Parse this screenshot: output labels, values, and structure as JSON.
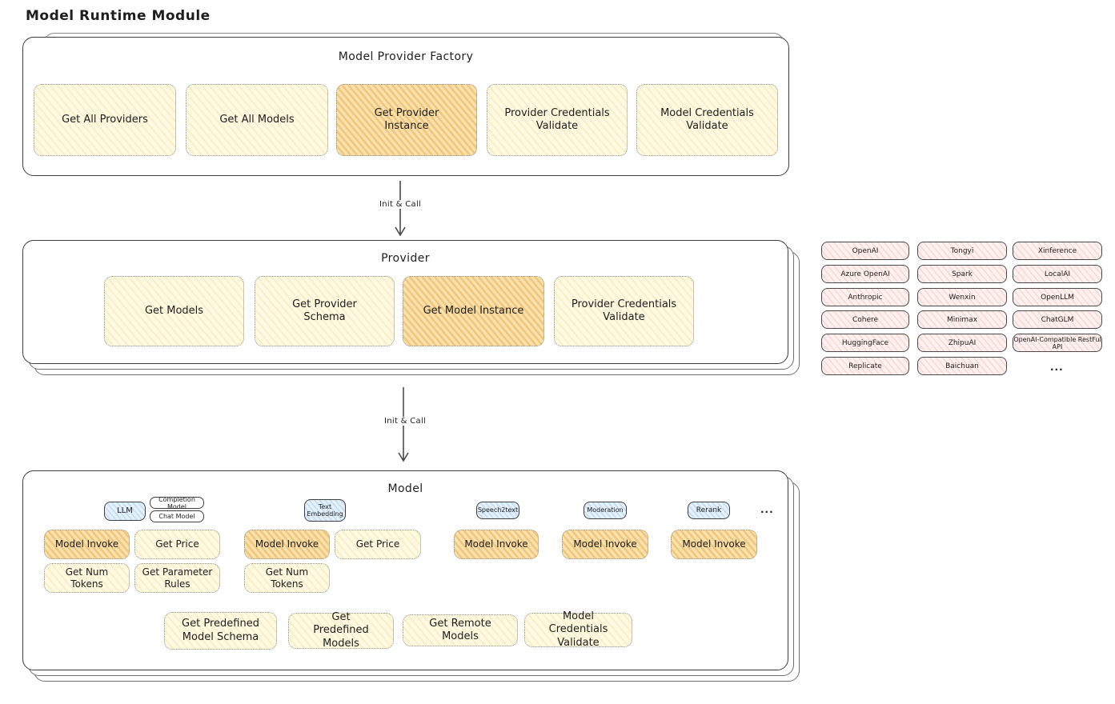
{
  "title": "Model Runtime Module",
  "arrows": {
    "init_call_1": "Init & Call",
    "init_call_2": "Init & Call"
  },
  "factory": {
    "title": "Model Provider Factory",
    "buttons": [
      {
        "label": "Get All Providers",
        "highlight": false
      },
      {
        "label": "Get All Models",
        "highlight": false
      },
      {
        "label": "Get Provider Instance",
        "highlight": true
      },
      {
        "label": "Provider Credentials Validate",
        "highlight": false
      },
      {
        "label": "Model Credentials Validate",
        "highlight": false
      }
    ]
  },
  "provider": {
    "title": "Provider",
    "buttons": [
      {
        "label": "Get Models",
        "highlight": false
      },
      {
        "label": "Get Provider Schema",
        "highlight": false
      },
      {
        "label": "Get Model Instance",
        "highlight": true
      },
      {
        "label": "Provider Credentials Validate",
        "highlight": false
      }
    ]
  },
  "providers_grid": {
    "rows": [
      [
        "OpenAI",
        "Tongyi",
        "Xinference"
      ],
      [
        "Azure OpenAI",
        "Spark",
        "LocalAI"
      ],
      [
        "Anthropic",
        "Wenxin",
        "OpenLLM"
      ],
      [
        "Cohere",
        "Minimax",
        "ChatGLM"
      ],
      [
        "HuggingFace",
        "ZhipuAI",
        "OpenAI-Compatible RestFul API"
      ],
      [
        "Replicate",
        "Baichuan"
      ]
    ],
    "ellipsis": "..."
  },
  "model": {
    "title": "Model",
    "tags": {
      "llm": "LLM",
      "completion": "Completion Model",
      "chat": "Chat Model",
      "text_embedding": "Text Embedding",
      "speech2text": "Speech2text",
      "moderation": "Moderation",
      "rerank": "Rerank",
      "ellipsis": "..."
    },
    "llm": {
      "invoke": "Model Invoke",
      "price": "Get Price",
      "num_tokens": "Get Num Tokens",
      "param_rules": "Get Parameter Rules"
    },
    "text_embedding": {
      "invoke": "Model Invoke",
      "price": "Get Price",
      "num_tokens": "Get Num Tokens"
    },
    "speech2text": {
      "invoke": "Model Invoke"
    },
    "moderation": {
      "invoke": "Model Invoke"
    },
    "rerank": {
      "invoke": "Model Invoke"
    },
    "bottom": [
      "Get Predefined Model Schema",
      "Get Predefined Models",
      "Get Remote Models",
      "Model Credentials Validate"
    ]
  },
  "colors": {
    "ink": "#1e1e1e",
    "yellow_light": "#fdf9e2",
    "yellow_highlight": "#f7dfab",
    "pink": "#fdf0ee",
    "blue": "#e4f0fa"
  }
}
